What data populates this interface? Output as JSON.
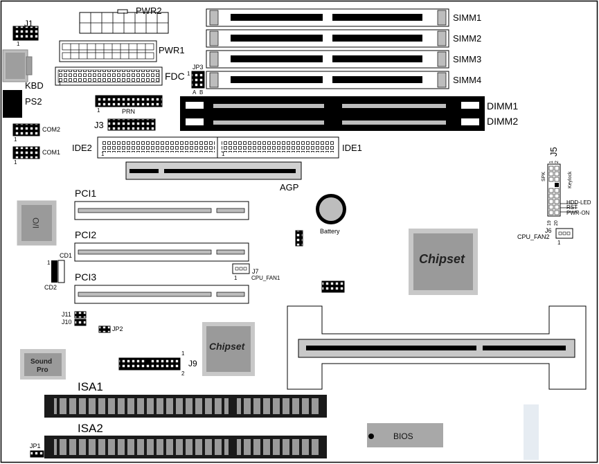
{
  "labels": {
    "j1": "J1",
    "pin1": "1",
    "pwr2": "PWR2",
    "pwr1": "PWR1",
    "kbd": "KBD",
    "ps2": "PS2",
    "fdc": "FDC",
    "jp3": "JP3",
    "jp3_a": "A",
    "jp3_b": "B",
    "simm1": "SIMM1",
    "simm2": "SIMM2",
    "simm3": "SIMM3",
    "simm4": "SIMM4",
    "prn": "PRN",
    "j3": "J3",
    "dimm1": "DIMM1",
    "dimm2": "DIMM2",
    "com2": "COM2",
    "com1": "COM1",
    "ide2": "IDE2",
    "ide1": "IDE1",
    "j5": "J5",
    "agp": "AGP",
    "spk": "SPK",
    "keylock": "Keylock",
    "hdd_led": "HDD-LED",
    "rst": "RST",
    "pwr_on": "PWR-ON",
    "pin2": "2",
    "pin19": "19",
    "pin20": "20",
    "battery": "Battery",
    "pci1": "PCI1",
    "pci2": "PCI2",
    "pci3": "PCI3",
    "io": "I/O",
    "chipset": "Chipset",
    "j6": "J6",
    "cpu_fan2": "CPU_FAN2",
    "j7": "J7",
    "cpu_fan1": "CPU_FAN1",
    "cd1": "CD1",
    "cd2": "CD2",
    "j11": "J11",
    "j10": "J10",
    "jp2": "JP2",
    "j9": "J9",
    "sound": "Sound",
    "pro": "Pro",
    "isa1": "ISA1",
    "isa2": "ISA2",
    "bios": "BIOS",
    "jp1": "JP1"
  }
}
